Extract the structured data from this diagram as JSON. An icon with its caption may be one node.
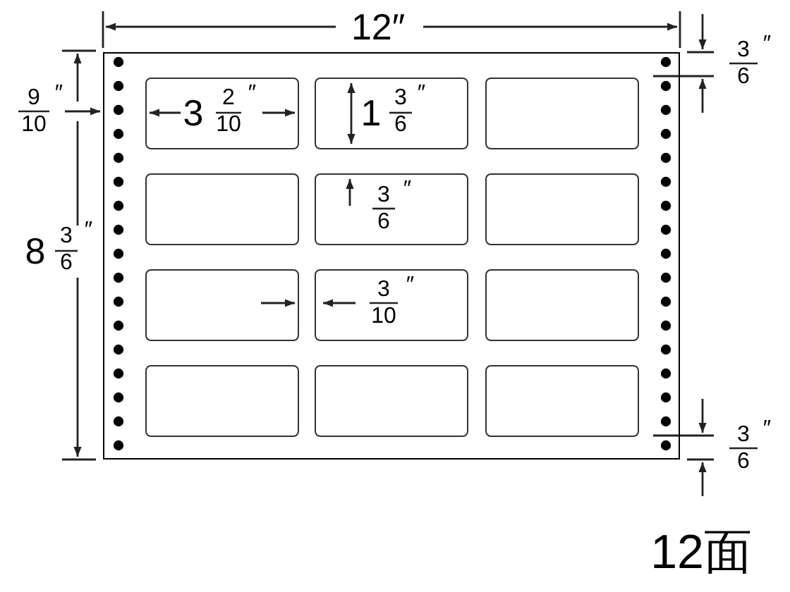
{
  "diagram": {
    "nodes": [
      {
        "text": [],
        "shape": "box"
      },
      {
        "text": [],
        "shape": "box",
        "in": 0
      },
      {
        "text": [],
        "shape": "box",
        "in": 0
      },
      {
        "text": [],
        "shape": "box",
        "in": 0
      },
      {
        "text": [],
        "shape": "box",
        "in": 0
      },
      {
        "text": [],
        "shape": "box",
        "in": 0
      },
      {
        "text": [],
        "shape": "box",
        "in": 0
      },
      {
        "text": [],
        "shape": "box",
        "in": 0
      },
      {
        "text": [],
        "shape": "box",
        "in": 0
      },
      {
        "text": [],
        "shape": "box",
        "in": 0
      },
      {
        "text": [],
        "shape": "box",
        "in": 0
      },
      {
        "text": [],
        "shape": "box",
        "in": 0
      },
      {
        "text": [],
        "shape": "box",
        "in": 0
      }
    ],
    "labels": [
      "12″",
      "3",
      "″",
      "6",
      "9",
      "″",
      "10",
      "3",
      "2",
      "10",
      "″",
      "1",
      "3",
      "6",
      "″",
      "3",
      "6",
      "″",
      "8",
      "3",
      "6",
      "″",
      "3",
      "10",
      "″",
      "3",
      "″",
      "6",
      "12面"
    ]
  }
}
